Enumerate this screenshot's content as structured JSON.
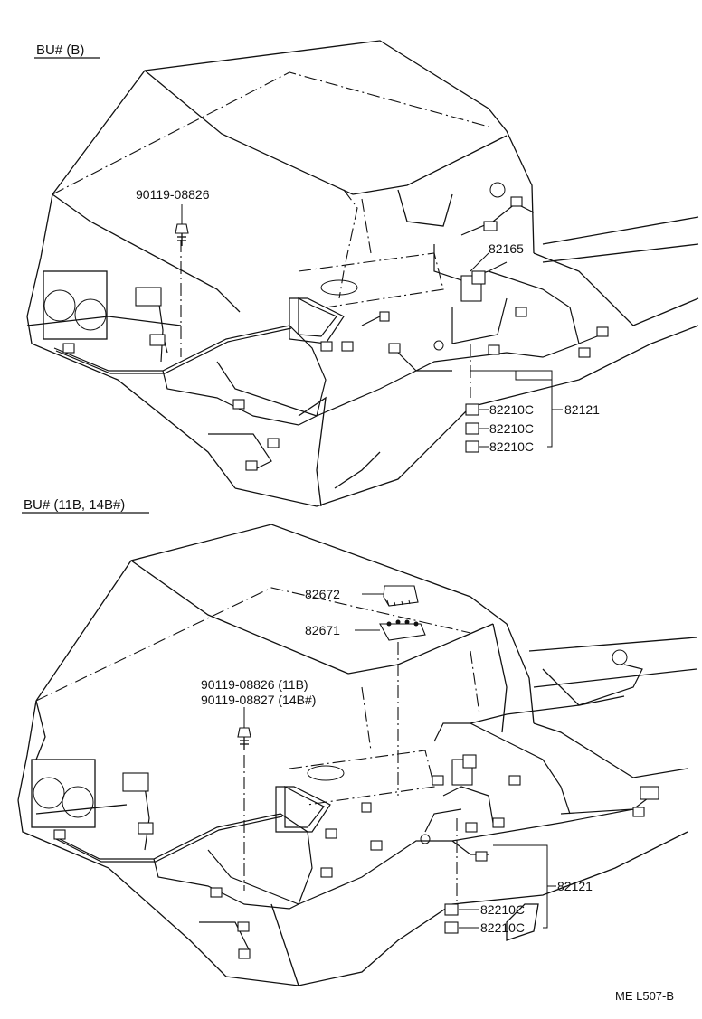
{
  "top": {
    "header": "BU# (B)",
    "labels": {
      "bolt": "90119-08826",
      "harness_rear": "82165",
      "relay_1": "82210C",
      "relay_2": "82210C",
      "relay_3": "82210C",
      "harness_main": "82121"
    }
  },
  "bottom": {
    "header": "BU# (11B, 14B#)",
    "labels": {
      "cover": "82672",
      "block": "82671",
      "bolt_1": "90119-08826 (11B)",
      "bolt_2": "90119-08827 (14B#)",
      "harness_main": "82121",
      "relay_1": "82210C",
      "relay_2": "82210C"
    }
  },
  "footer": {
    "code": "ME L507-B"
  }
}
